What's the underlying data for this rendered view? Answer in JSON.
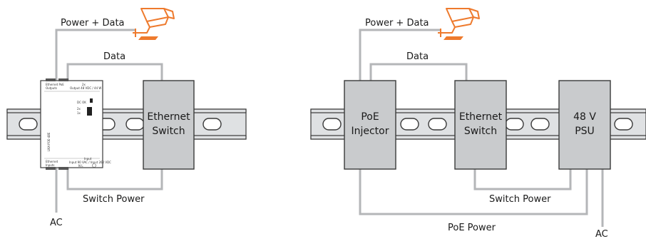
{
  "colors": {
    "wire": "#b4b6b8",
    "rail": "#dfe1e3",
    "rail_stroke": "#3a3a3a",
    "box_fill": "#c9cbcd",
    "box_stroke": "#3a3a3a",
    "module_fill": "#ffffff",
    "camera_accent": "#ee7a2d"
  },
  "left": {
    "labels": {
      "power_data": "Power + Data",
      "data": "Data",
      "switch_power": "Switch Power",
      "ac": "AC"
    },
    "switch_box": [
      "Ethernet",
      "Switch"
    ],
    "module_text": {
      "top_left": [
        "Ethernet PoE",
        "Outputs"
      ],
      "top_right": [
        "2x",
        "Output 48 VDC / 44 W"
      ],
      "mid": [
        "DC OK",
        "2x",
        "1x"
      ],
      "side": "LNX-POE-48E",
      "bottom_left": [
        "Ethernet",
        "Inputs"
      ],
      "bottom_right": [
        "Input",
        "Input 90 VAC / Input 260 VDC",
        "N  L"
      ]
    },
    "camera_icon": "security-camera-icon"
  },
  "right": {
    "labels": {
      "power_data": "Power + Data",
      "data": "Data",
      "switch_power": "Switch Power",
      "poe_power": "PoE Power",
      "ac": "AC"
    },
    "boxes": {
      "poe_injector": [
        "PoE",
        "Injector"
      ],
      "ethernet_switch": [
        "Ethernet",
        "Switch"
      ],
      "psu": [
        "48 V",
        "PSU"
      ]
    },
    "camera_icon": "security-camera-icon"
  }
}
